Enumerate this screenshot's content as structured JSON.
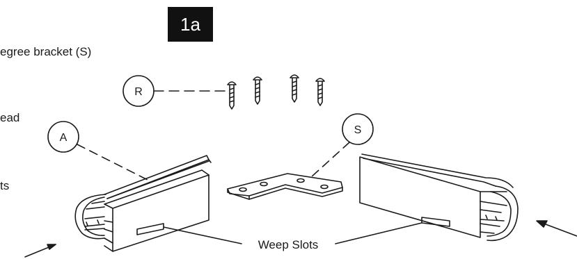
{
  "step": {
    "label": "1a"
  },
  "left_text": {
    "line1": "egree bracket (S)",
    "line2": "ead",
    "line3": "ts"
  },
  "callouts": {
    "r": "R",
    "a": "A",
    "s": "S"
  },
  "weep": {
    "label": "Weep Slots"
  },
  "colors": {
    "ink": "#1a1a1a",
    "badge": "#111111",
    "paper": "#ffffff"
  },
  "parts": {
    "screws": {
      "icon": "screw-icon",
      "count": 4
    },
    "bracket": {
      "icon": "l-bracket-icon",
      "holes": 4
    },
    "rails": {
      "icon": "rail-profile-icon",
      "count": 2
    }
  }
}
